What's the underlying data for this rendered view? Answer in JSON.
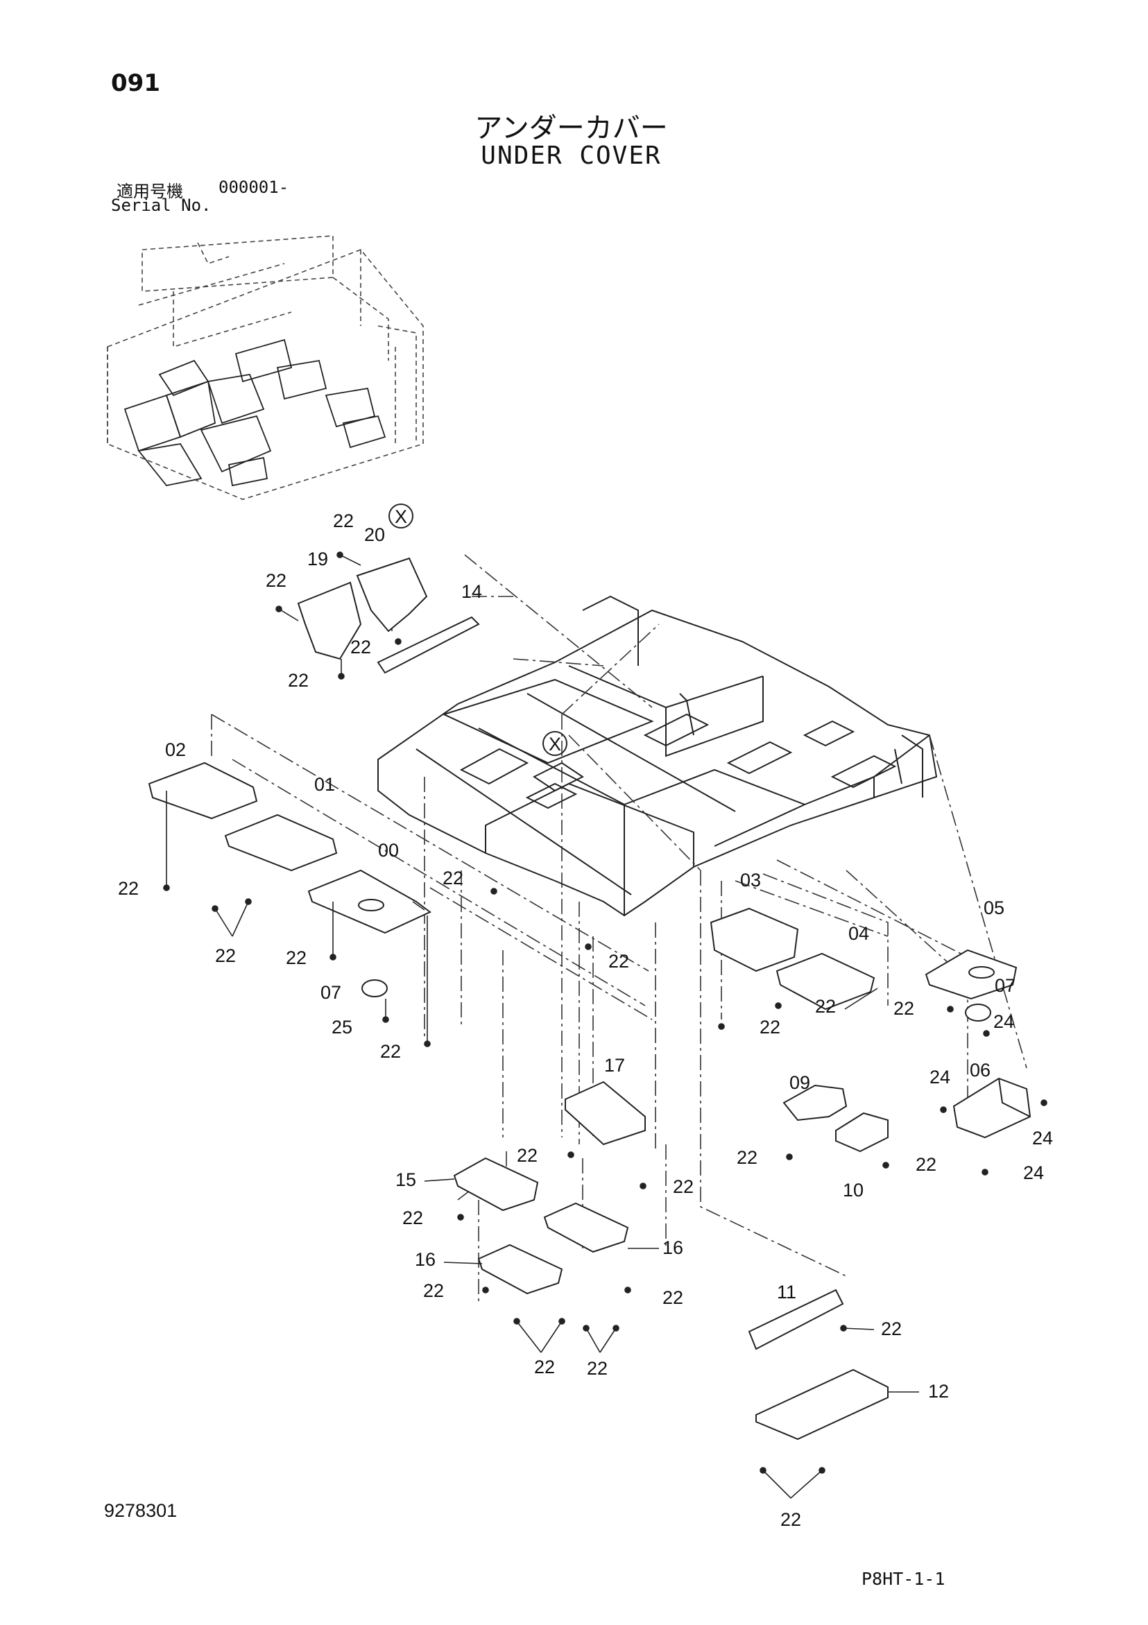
{
  "header": {
    "page_number": "091",
    "title_jp": "アンダーカバー",
    "title_en": "UNDER COVER",
    "serial_label_jp": "適用号機",
    "serial_range": "000001-",
    "serial_label_en": "Serial No."
  },
  "footer": {
    "doc_number": "9278301",
    "page_code": "P8HT-1-1"
  },
  "callouts": {
    "c22a": "22",
    "cxa": "X",
    "c20": "20",
    "c19": "19",
    "c22b": "22",
    "c14": "14",
    "c22c": "22",
    "c22d": "22",
    "cxb": "X",
    "c02": "02",
    "c01": "01",
    "c00": "00",
    "c22e": "22",
    "c22f": "22",
    "c22g": "22",
    "c22h": "22",
    "c07a": "07",
    "c25": "25",
    "c22i": "22",
    "c22j": "22",
    "c03": "03",
    "c04": "04",
    "c22k": "22",
    "c22l": "22",
    "c05": "05",
    "c22m": "22",
    "c07b": "07",
    "c24a": "24",
    "c24b": "24",
    "c06": "06",
    "c24c": "24",
    "c24d": "24",
    "c17": "17",
    "c22n": "22",
    "c22o": "22",
    "c15": "15",
    "c22p": "22",
    "c16a": "16",
    "c16b": "16",
    "c22q": "22",
    "c22r": "22",
    "c22s": "22",
    "c22t": "22",
    "c09": "09",
    "c22u": "22",
    "c22v": "22",
    "c10": "10",
    "c11": "11",
    "c22w": "22",
    "c12": "12",
    "c22x": "22"
  }
}
